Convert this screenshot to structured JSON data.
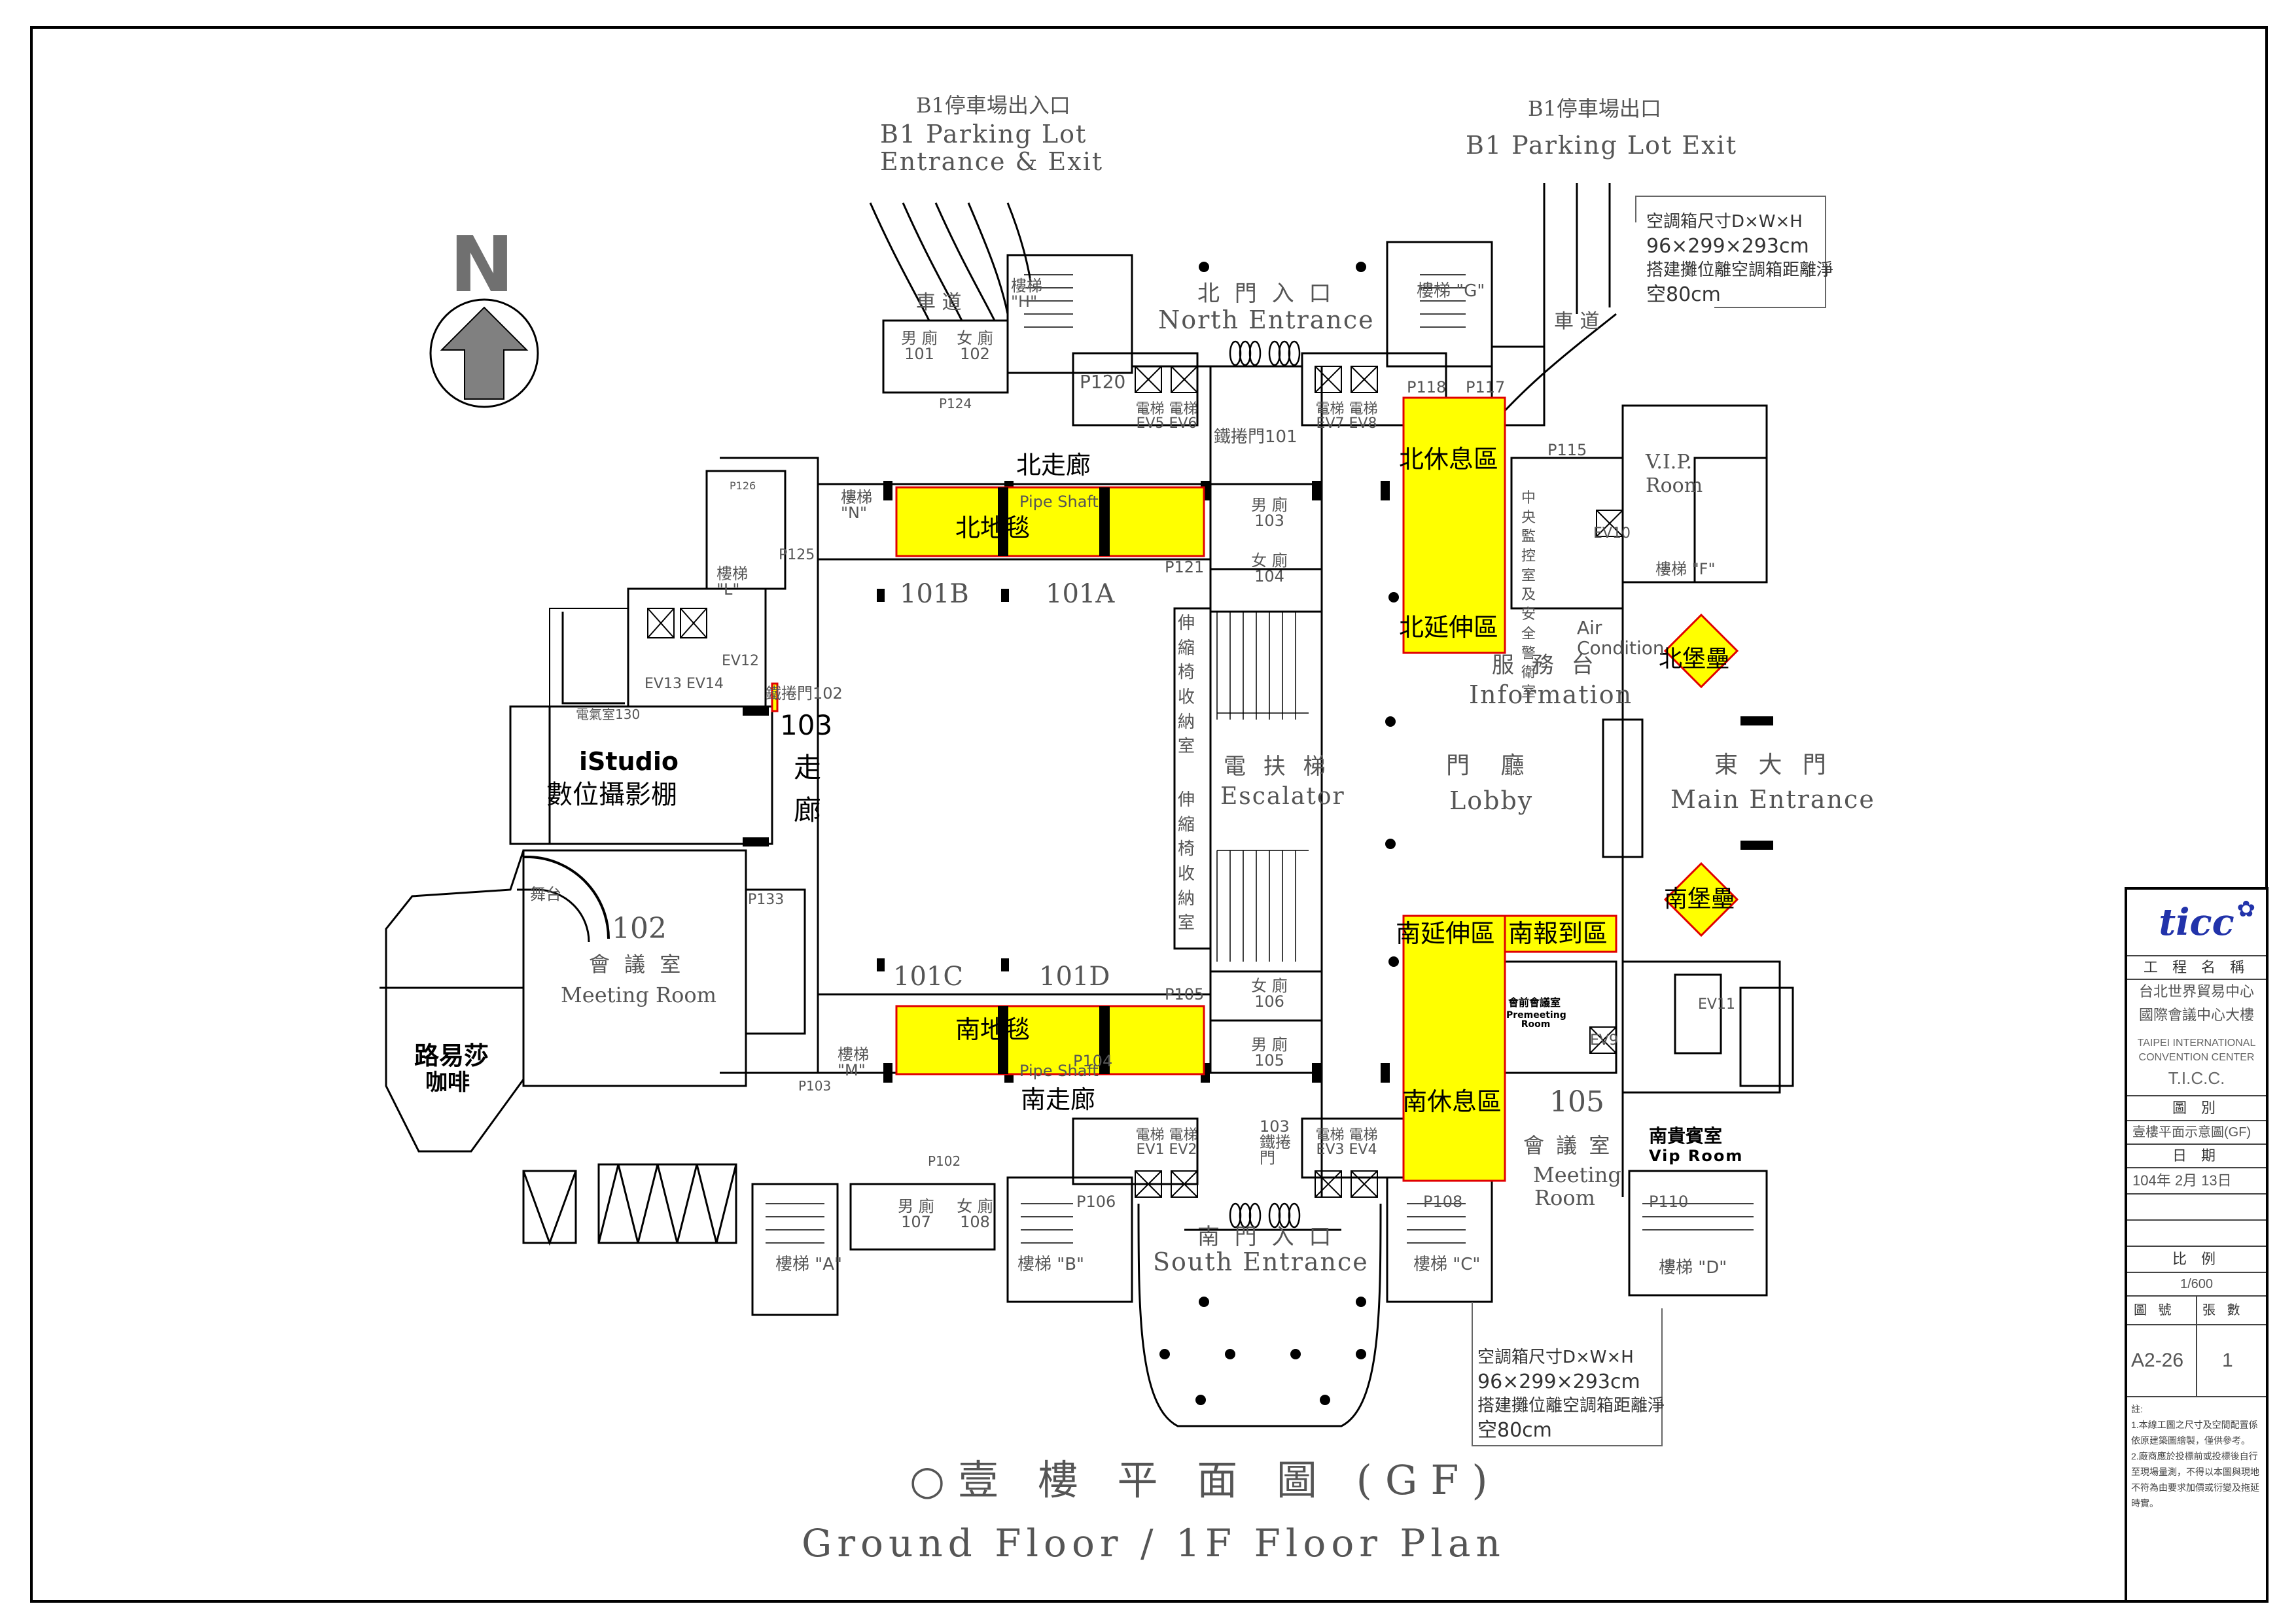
{
  "title": {
    "zh": "○壹 樓 平 面 圖 (GF)",
    "en": "Ground Floor / 1F Floor Plan"
  },
  "north_arrow": {
    "letter": "N",
    "icon": "north-arrow-icon"
  },
  "entrances": {
    "parking_in_zh": "B1停車場出入口",
    "parking_in_en1": "B1 Parking Lot",
    "parking_in_en2": "Entrance & Exit",
    "parking_out_zh": "B1停車場出口",
    "parking_out_en": "B1 Parking Lot Exit",
    "north_zh": "北 門 入 口",
    "north_en": "North Entrance",
    "south_zh": "南 門 入 口",
    "south_en": "South Entrance",
    "main_zh": "東 大 門",
    "main_en": "Main Entrance",
    "lobby_zh": "門 廳",
    "lobby_en": "Lobby",
    "escalator_zh": "電 扶 梯",
    "escalator_en": "Escalator",
    "info_zh": "服 務 台",
    "info_en": "Information",
    "ramp": "車 道"
  },
  "highlights": {
    "north_carpet": "北地毯",
    "south_carpet": "南地毯",
    "north_corridor": "北走廊",
    "south_corridor": "南走廊",
    "north_lounge": "北休息區",
    "south_lounge": "南休息區",
    "north_ext": "北延伸區",
    "south_ext": "南延伸區",
    "south_reg": "南報到區",
    "north_bastion": "北堡壘",
    "south_bastion": "南堡壘",
    "corridor103_num": "103",
    "corridor103_ch1": "走",
    "corridor103_ch2": "廊"
  },
  "rooms": {
    "r101A": "101A",
    "r101B": "101B",
    "r101C": "101C",
    "r101D": "101D",
    "r102": "102",
    "r102_zh": "會 議 室",
    "r102_en": "Meeting Room",
    "r105": "105",
    "r105_zh": "會 議 室",
    "r105_en1": "Meeting",
    "r105_en2": "Room",
    "istudio_en": "iStudio",
    "istudio_zh": "數位攝影棚",
    "cafe_zh1": "路易莎",
    "cafe_zh2": "咖啡",
    "vip_n_en1": "V.I.P.",
    "vip_n_en2": "Room",
    "vip_s_zh": "南貴賓室",
    "vip_s_en": "Vip Room",
    "premeeting_zh": "會前會議室",
    "premeeting_en": "Premeeting Room",
    "central_control": "中央監控室及安全警衛室",
    "stage": "舞台",
    "pipe_shaft": "Pipe Shaft",
    "air_condition": "Air Condition",
    "stair_A": "樓梯 \"A\"",
    "stair_B": "樓梯 \"B\"",
    "stair_C": "樓梯 \"C\"",
    "stair_D": "樓梯 \"D\"",
    "stair_G": "樓梯 \"G\"",
    "stair_H": "樓梯 \"H\"",
    "stair_F": "樓梯 \"F\"",
    "stair_L": "樓梯 \"L\"",
    "stair_M": "樓梯 \"M\"",
    "stair_N": "樓梯 \"N\"",
    "men101": "男 廁 101",
    "women102": "女 廁 102",
    "men103": "男 廁 103",
    "women104": "女 廁 104",
    "women106": "女 廁 106",
    "men105": "男 廁 105",
    "men107": "男 廁 107",
    "women108": "女 廁 108",
    "ev_5_6": "電梯 電梯 EV5 EV6",
    "ev_7_8": "電梯 電梯 EV7 EV8",
    "ev_1_2": "電梯 電梯 EV1 EV2",
    "ev_3_4": "電梯 電梯 EV3 EV4",
    "ev_13_14": "EV13 EV14",
    "ev12": "EV12",
    "ev10": "EV10",
    "ev9": "EV9",
    "ev11": "EV11",
    "door101": "鐵捲門101",
    "door102": "鐵捲門102",
    "door103": "103鐵捲門",
    "storage_ch": "伸縮椅收納室",
    "p120": "P120",
    "p118": "P118",
    "p117": "P117",
    "p115": "P115",
    "p124": "P124",
    "p125": "P125",
    "p126": "P126",
    "p121": "P121",
    "p103": "P103",
    "p104": "P104",
    "p105": "P105",
    "p106": "P106",
    "p108": "P108",
    "p110": "P110",
    "p102": "P102",
    "p133": "P133",
    "p130": "電氣室130"
  },
  "ac_note": {
    "line1": "空調箱尺寸D×W×H",
    "line2": "96×299×293cm",
    "line3": "搭建攤位離空調箱距離淨",
    "line4": "空80cm"
  },
  "title_block": {
    "logo": "ticc",
    "project_label": "工 程 名 稱",
    "project_name1": "台北世界貿易中心",
    "project_name2": "國際會議中心大樓",
    "project_en1": "TAIPEI INTERNATIONAL",
    "project_en2": "CONVENTION CENTER",
    "project_en3": "T.I.C.C.",
    "drawing_label": "圖 別",
    "drawing_name": "壹樓平面示意圖(GF)",
    "date_label": "日 期",
    "date_value": "104年 2月 13日",
    "scale_label": "比 例",
    "scale_value": "1/600",
    "sheet_label": "圖 號",
    "count_label": "張 數",
    "sheet_no": "A2-26",
    "sheet_count": "1",
    "notes": "註:\n1.本線工圖之尺寸及空間配置係依原建築圖繪製，僅供參考。\n2.廠商應於投標前或投標後自行至現場量測，不得以本圖與現地不符為由要求加價或衍變及拖延時實。"
  },
  "colors": {
    "highlight": "#FFFF00",
    "highlight_border": "#E00000",
    "line": "#000000",
    "gray_text": "#555555"
  }
}
